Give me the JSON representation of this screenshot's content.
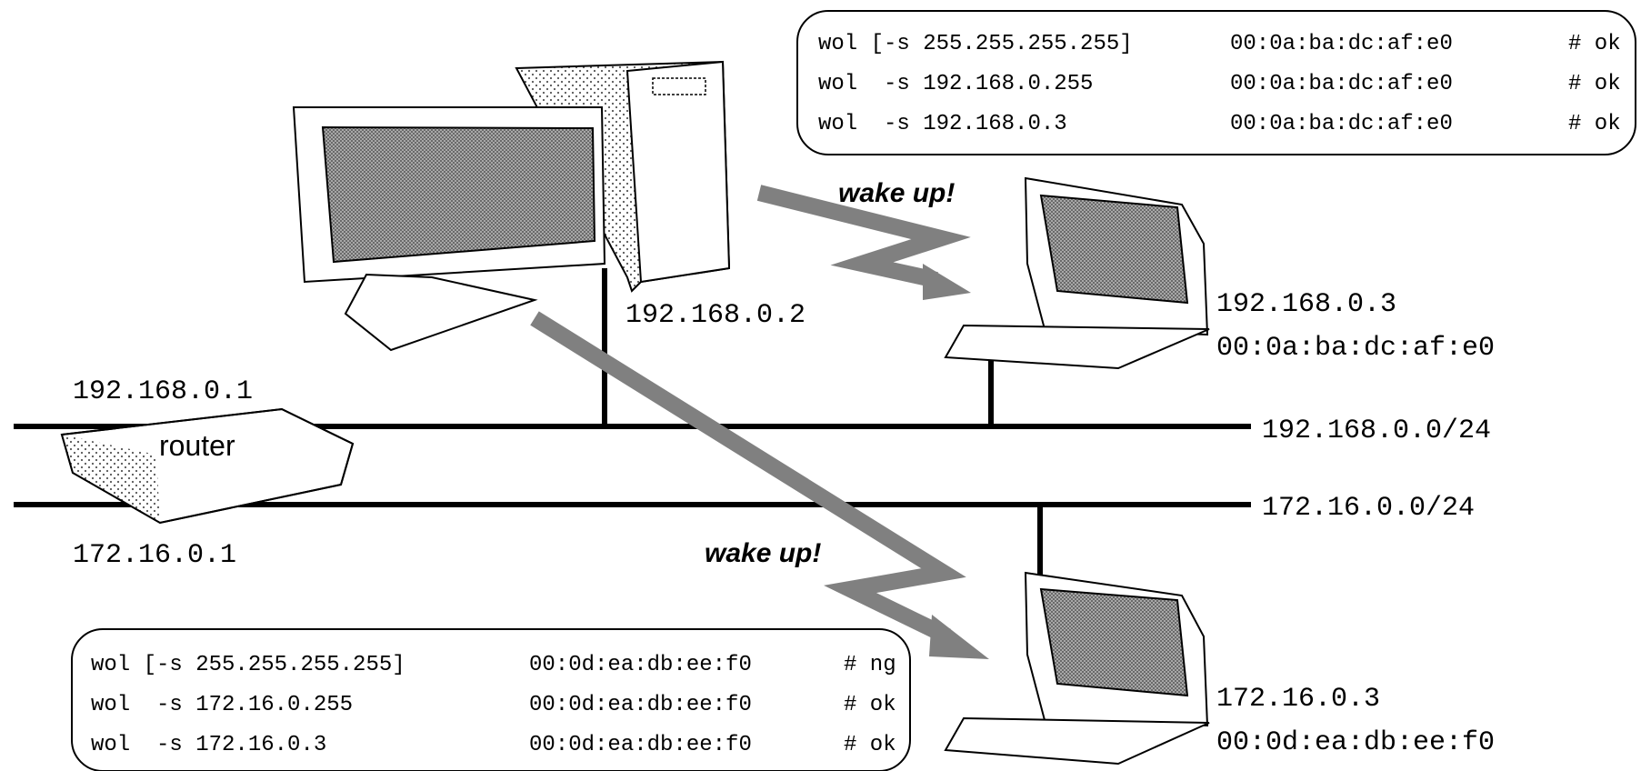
{
  "networks": {
    "net1": "192.168.0.0/24",
    "net2": "172.16.0.0/24"
  },
  "router": {
    "label": "router",
    "ip_net1": "192.168.0.1",
    "ip_net2": "172.16.0.1"
  },
  "sender": {
    "ip": "192.168.0.2"
  },
  "laptop1": {
    "ip": "192.168.0.3",
    "mac": "00:0a:ba:dc:af:e0"
  },
  "laptop2": {
    "ip": "172.16.0.3",
    "mac": "00:0d:ea:db:ee:f0"
  },
  "wake_label": "wake up!",
  "box1": {
    "lines": [
      {
        "cmd": "wol [-s 255.255.255.255]",
        "mac": "00:0a:ba:dc:af:e0",
        "result": "# ok"
      },
      {
        "cmd": "wol  -s 192.168.0.255",
        "mac": "00:0a:ba:dc:af:e0",
        "result": "# ok"
      },
      {
        "cmd": "wol  -s 192.168.0.3",
        "mac": "00:0a:ba:dc:af:e0",
        "result": "# ok"
      }
    ]
  },
  "box2": {
    "lines": [
      {
        "cmd": "wol [-s 255.255.255.255]",
        "mac": "00:0d:ea:db:ee:f0",
        "result": "# ng"
      },
      {
        "cmd": "wol  -s 172.16.0.255",
        "mac": "00:0d:ea:db:ee:f0",
        "result": "# ok"
      },
      {
        "cmd": "wol  -s 172.16.0.3",
        "mac": "00:0d:ea:db:ee:f0",
        "result": "# ok"
      }
    ]
  },
  "colors": {
    "line": "#000000",
    "arrow": "#808080",
    "screen": "#8c8c8c"
  }
}
